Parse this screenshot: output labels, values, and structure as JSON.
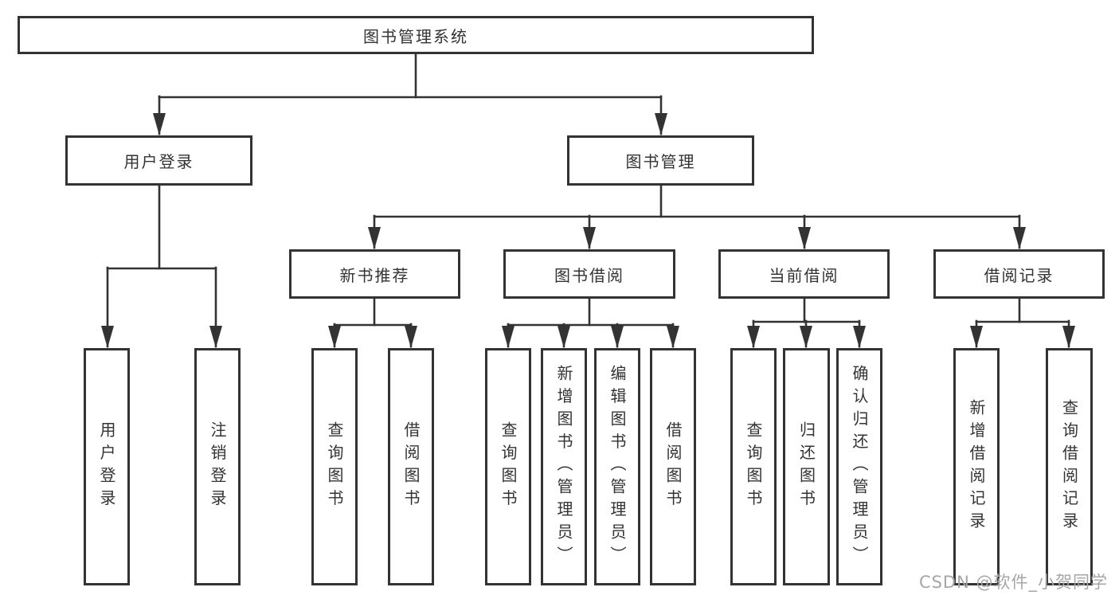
{
  "diagram": {
    "root": {
      "label": "图书管理系统"
    },
    "branches": [
      {
        "label": "用户登录",
        "leaves": [
          {
            "label": "用户登录"
          },
          {
            "label": "注销登录"
          }
        ]
      },
      {
        "label": "图书管理",
        "groups": [
          {
            "label": "新书推荐",
            "leaves": [
              {
                "label": "查询图书"
              },
              {
                "label": "借阅图书"
              }
            ]
          },
          {
            "label": "图书借阅",
            "leaves": [
              {
                "label": "查询图书"
              },
              {
                "label": "新增图书（管理员）"
              },
              {
                "label": "编辑图书（管理员）"
              },
              {
                "label": "借阅图书"
              }
            ]
          },
          {
            "label": "当前借阅",
            "leaves": [
              {
                "label": "查询图书"
              },
              {
                "label": "归还图书"
              },
              {
                "label": "确认归还（管理员）"
              }
            ]
          },
          {
            "label": "借阅记录",
            "leaves": [
              {
                "label": "新增借阅记录"
              },
              {
                "label": "查询借阅记录"
              }
            ]
          }
        ]
      }
    ]
  },
  "watermark": {
    "text": "CSDN @软件_小贺同学"
  },
  "colors": {
    "line": "#333333",
    "text": "#333333",
    "box_background": "#ffffff",
    "watermark": "#a6a6a6",
    "page_background": "#ffffff"
  }
}
